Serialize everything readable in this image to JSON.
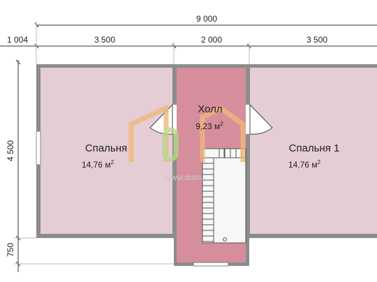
{
  "dimensions": {
    "total": "9 000",
    "seg1": "1 004",
    "seg2": "3 500",
    "seg3": "2 000",
    "seg4": "3 500",
    "height": "4 500",
    "porch": "750"
  },
  "rooms": [
    {
      "name": "Спальня",
      "area": "14,76 м",
      "sup": "2"
    },
    {
      "name": "Холл",
      "area": "9,23 м",
      "sup": "2"
    },
    {
      "name": "Спальня 1",
      "area": "14,76 м",
      "sup": "2"
    }
  ],
  "watermark": {
    "text": "www.dom..."
  },
  "colors": {
    "bedroom": "#e4cdd4",
    "hall": "#d68e9c",
    "wall": "#8c8c8c",
    "watermark_orange": "#f0b878",
    "watermark_green": "#b8d888"
  }
}
